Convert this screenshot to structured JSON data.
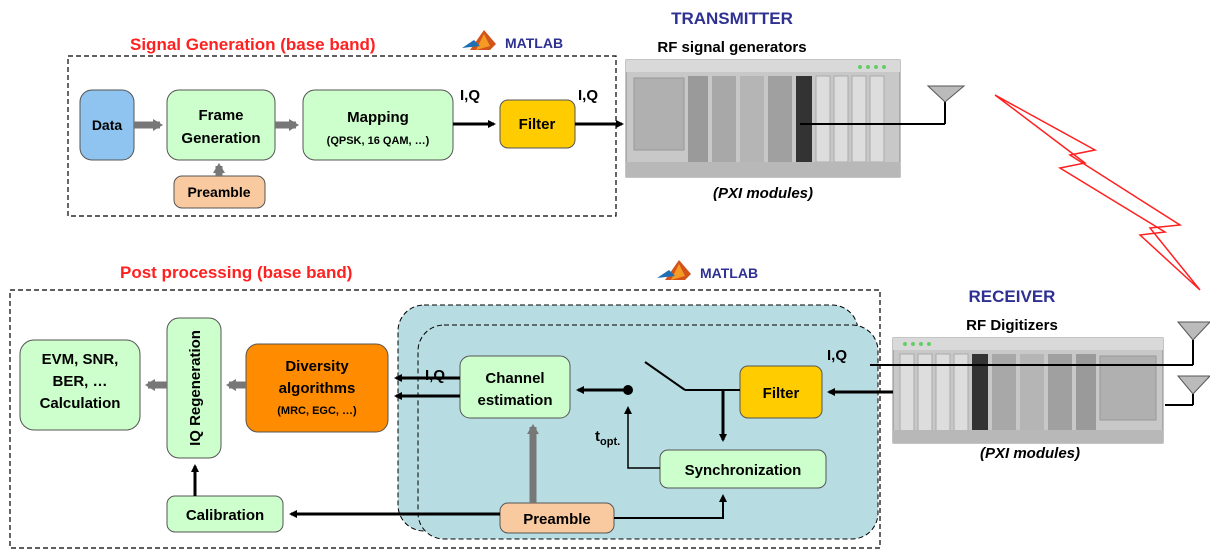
{
  "transmitter": {
    "title": "TRANSMITTER",
    "subtitle": "RF signal generators",
    "caption": "(PXI modules)"
  },
  "receiver": {
    "title": "RECEIVER",
    "subtitle": "RF Digitizers",
    "caption": "(PXI modules)"
  },
  "signal_generation": {
    "title": "Signal Generation (base band)",
    "matlab": "MATLAB",
    "blocks": {
      "data": "Data",
      "frame_1": "Frame",
      "frame_2": "Generation",
      "preamble": "Preamble",
      "mapping_1": "Mapping",
      "mapping_2": "(QPSK, 16 QAM, …)",
      "filter": "Filter"
    },
    "iq_1": "I,Q",
    "iq_2": "I,Q"
  },
  "post_processing": {
    "title": "Post processing (base band)",
    "matlab": "MATLAB",
    "blocks": {
      "evm_1": "EVM, SNR,",
      "evm_2": "BER, …",
      "evm_3": "Calculation",
      "iq_regen": "IQ Regeneration",
      "diversity_1": "Diversity",
      "diversity_2": "algorithms",
      "diversity_3": "(MRC, EGC, …)",
      "channel_1": "Channel",
      "channel_2": "estimation",
      "filter": "Filter",
      "sync": "Synchronization",
      "calibration": "Calibration",
      "preamble": "Preamble"
    },
    "iq_left": "I,Q",
    "iq_right": "I,Q",
    "t_opt": "t",
    "t_opt_sub": "opt."
  },
  "colors": {
    "title_red": "#ff2020",
    "title_blue": "#2e3192",
    "data_blue": "#8fc3f0",
    "light_green": "#ccffcc",
    "filter_yellow": "#ffcc00",
    "preamble_orange": "#f9c9a0",
    "diversity_orange": "#ff8c00",
    "teal_panel": "#b7dde2"
  }
}
